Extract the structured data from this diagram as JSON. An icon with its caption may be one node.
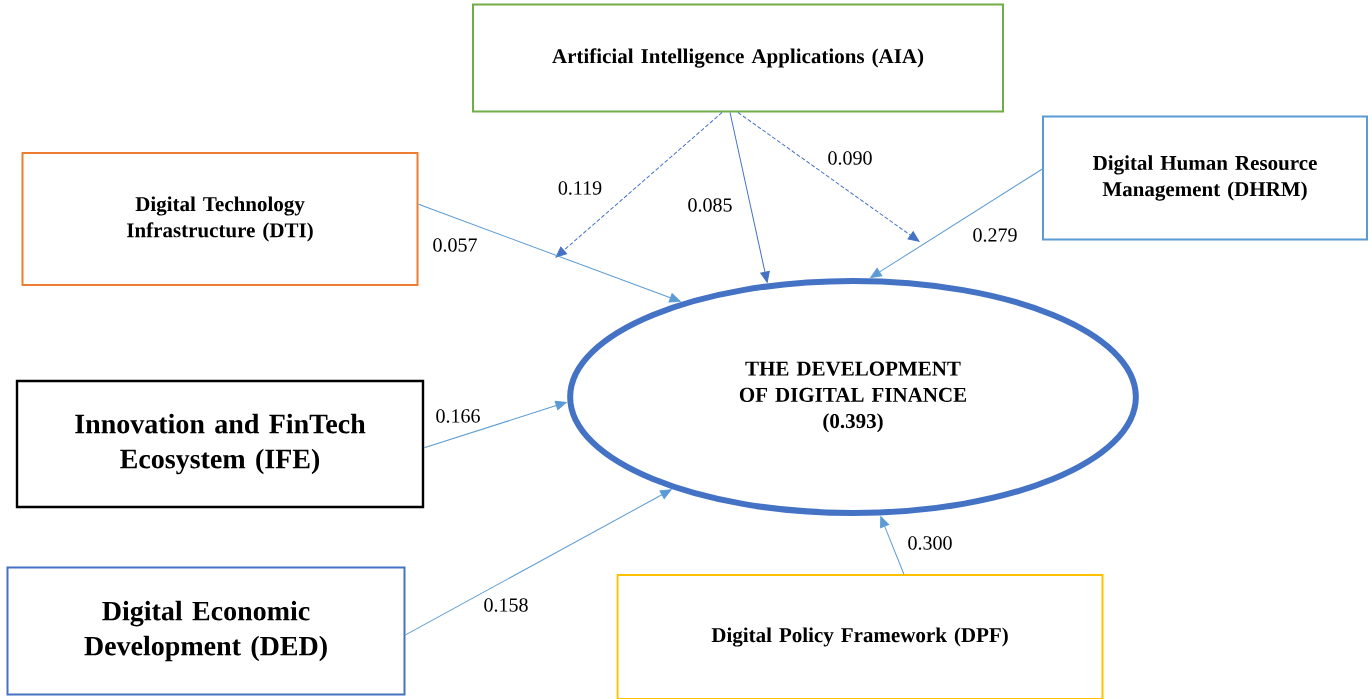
{
  "diagram": {
    "nodes": [
      {
        "text": [
          "Artificial Intelligence Applications (AIA)"
        ]
      },
      {
        "text": [
          "Digital Technology Infrastructure (DTI)"
        ]
      },
      {
        "text": [
          "Digital Human Resource Management (DHRM)"
        ]
      },
      {
        "text": [
          "THE DEVELOPMENT OF DIGITAL FINANCE",
          "(0.393)"
        ]
      },
      {
        "text": [
          "Innovation and FinTech Ecosystem (IFE)"
        ]
      },
      {
        "text": [
          "Digital Economic Development (DED)"
        ]
      },
      {
        "text": [
          "Digital Policy Framework (DPF)"
        ]
      }
    ],
    "edges": [
      {
        "from": 0,
        "to": null,
        "arrow": "to",
        "label": "0.119",
        "style": "dashed",
        "color": "#4472c4"
      },
      {
        "from": 0,
        "to": 3,
        "arrow": "to",
        "label": "0.085",
        "color": "#4472c4"
      },
      {
        "from": 0,
        "to": null,
        "arrow": "to",
        "label": "0.090",
        "style": "dashed",
        "color": "#4472c4"
      },
      {
        "from": 1,
        "to": 3,
        "arrow": "to",
        "label": "0.057"
      },
      {
        "from": 2,
        "to": 3,
        "arrow": "to",
        "label": "0.279"
      },
      {
        "from": 4,
        "to": 3,
        "arrow": "to",
        "label": "0.166"
      },
      {
        "from": 5,
        "to": 3,
        "arrow": "to",
        "label": "0.158"
      },
      {
        "from": 6,
        "to": 3,
        "arrow": "to",
        "label": "0.300"
      }
    ]
  }
}
